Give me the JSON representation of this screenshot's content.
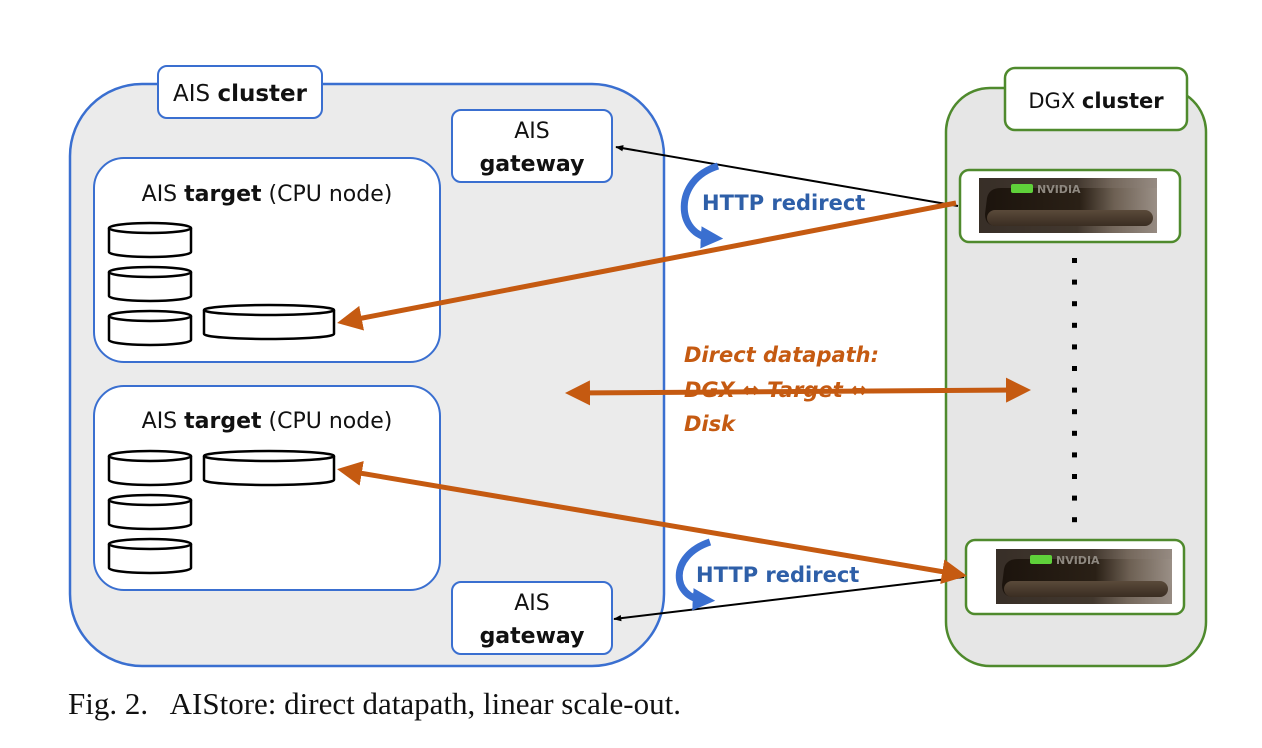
{
  "figure": {
    "caption_number": "Fig. 2.",
    "caption_text": "AIStore: direct datapath, linear scale-out."
  },
  "colors": {
    "ais_blue": "#3a6fd0",
    "dgx_green": "#4f8a2d",
    "datapath_orange": "#c55a11",
    "redirect_blue": "#2e5fa8",
    "cluster_fill": "#ebebeb",
    "box_fill": "#ffffff",
    "line_black": "#000000"
  },
  "ais_cluster": {
    "label_regular": "AIS ",
    "label_bold": "cluster",
    "gateways": [
      {
        "line1": "AIS",
        "line2": "gateway"
      },
      {
        "line1": "AIS",
        "line2": "gateway"
      }
    ],
    "targets": [
      {
        "label_regular": "AIS ",
        "label_bold": "target",
        "label_suffix": " (CPU node)",
        "disk_count": 4
      },
      {
        "label_regular": "AIS ",
        "label_bold": "target",
        "label_suffix": " (CPU node)",
        "disk_count": 4
      }
    ]
  },
  "dgx_cluster": {
    "label_regular": "DGX ",
    "label_bold": "cluster",
    "nodes": [
      {
        "brand": "NVIDIA"
      },
      {
        "brand": "NVIDIA"
      }
    ],
    "ellipsis_dots": 13
  },
  "annotations": {
    "http_redirect_top": "HTTP redirect",
    "http_redirect_bottom": "HTTP redirect",
    "datapath_line1": "Direct datapath:",
    "datapath_line2": "DGX ⇔ Target ⇔",
    "datapath_line3": "Disk"
  }
}
